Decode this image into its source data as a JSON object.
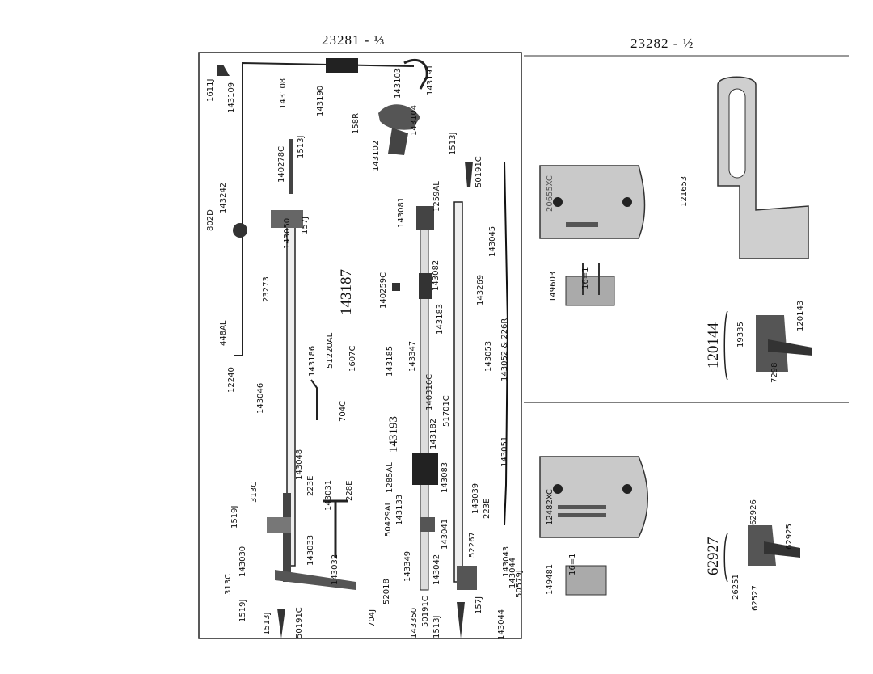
{
  "left_title": "23281 - ⅓",
  "right_title": "23282 - ½",
  "left_parts": {
    "p1611J": "1611J",
    "p143109": "143109",
    "p143108": "143108",
    "p143190": "143190",
    "p143103": "143103",
    "p143191": "143191",
    "p143104": "143104",
    "p158R": "158R",
    "p143102": "143102",
    "p1513J_a": "1513J",
    "p140278C": "140278C",
    "p1513J_b": "1513J",
    "p50191C_a": "50191C",
    "p802D": "802D",
    "p143242": "143242",
    "p157J_a": "157J",
    "p143050": "143050",
    "p143081": "143081",
    "p1259AL": "1259AL",
    "p143045": "143045",
    "p23273": "23273",
    "p143187": "143187",
    "p140259C": "140259C",
    "p143082": "143082",
    "p143269": "143269",
    "p448AL": "448AL",
    "p143186": "143186",
    "p51220AL": "51220AL",
    "p1607C": "1607C",
    "p143185": "143185",
    "p143347": "143347",
    "p143183": "143183",
    "p143053": "143053",
    "p143052": "143052 & 226R",
    "p12240": "12240",
    "p143046": "143046",
    "p704C": "704C",
    "p140316C": "140316C",
    "p143182": "143182",
    "p51701C": "51701C",
    "p143193": "143193",
    "p143051": "143051",
    "p143048": "143048",
    "p223E_a": "223E",
    "p1285AL": "1285AL",
    "p143083": "143083",
    "p143039": "143039",
    "p223E_b": "223E",
    "p1519J_a": "1519J",
    "p313C_a": "313C",
    "p143031": "143031",
    "p228E": "228E",
    "p50429AL": "50429AL",
    "p143133": "143133",
    "p143041": "143041",
    "p52267": "52267",
    "p143030": "143030",
    "p143033": "143033",
    "p143032": "143032",
    "p143349": "143349",
    "p143042": "143042",
    "p143043": "143043",
    "p143044": "143044",
    "p50579J": "50579J",
    "p313C_b": "313C",
    "p1519J_b": "1519J",
    "p1513J_c": "1513J",
    "p50191C_b": "50191C",
    "p704J": "704J",
    "p52018": "52018",
    "p143350": "143350",
    "p50191C_c": "50191C",
    "p1513J_d": "1513J",
    "p157J_b": "157J",
    "p1430442": "143044"
  },
  "right_parts": {
    "p20655XC": "20655XC",
    "p149603": "149603",
    "p16_1_a": "16=1",
    "p121653": "121653",
    "p120144": "120144",
    "p19335": "19335",
    "p120143": "120143",
    "p7298": "7298",
    "p12482XC": "12482XC",
    "p149481": "149481",
    "p16_1_b": "16=1",
    "p62927": "62927",
    "p62926": "62926",
    "p62925": "62925",
    "p26251": "26251",
    "p62527": "62527"
  }
}
